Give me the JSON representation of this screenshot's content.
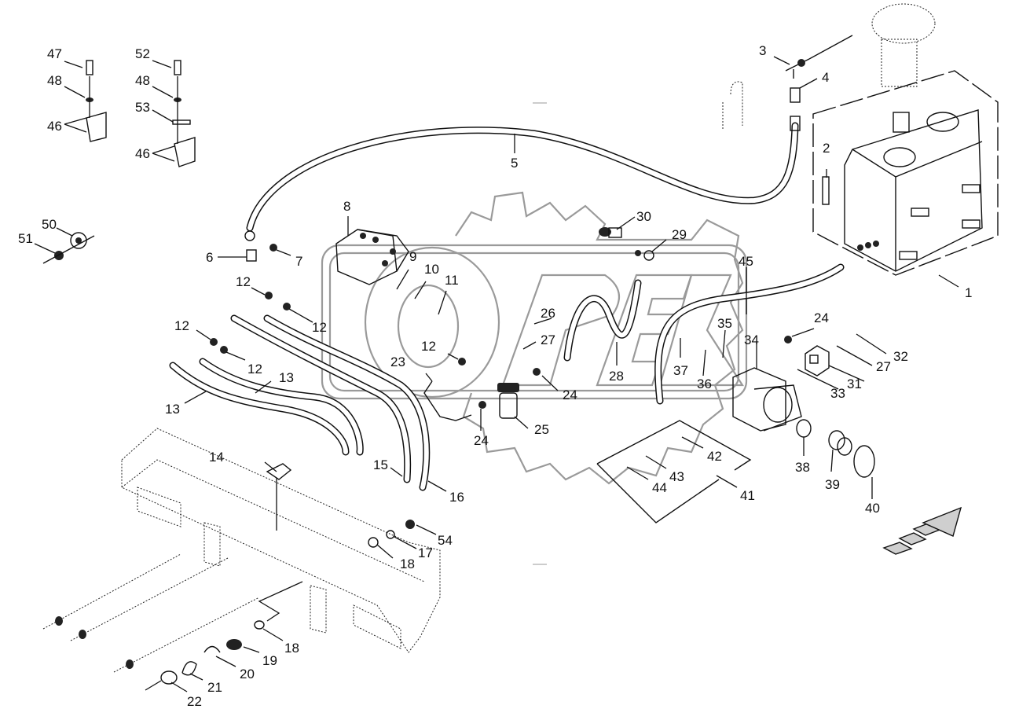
{
  "diagram": {
    "title": "Hydraulic system exploded parts diagram",
    "watermark": "OPEX",
    "direction_arrow": "travel-direction-arrow",
    "callouts": [
      {
        "id": "c1",
        "label": "1"
      },
      {
        "id": "c2",
        "label": "2"
      },
      {
        "id": "c3",
        "label": "3"
      },
      {
        "id": "c4",
        "label": "4"
      },
      {
        "id": "c5",
        "label": "5"
      },
      {
        "id": "c6",
        "label": "6"
      },
      {
        "id": "c7",
        "label": "7"
      },
      {
        "id": "c8",
        "label": "8"
      },
      {
        "id": "c9",
        "label": "9"
      },
      {
        "id": "c10",
        "label": "10"
      },
      {
        "id": "c11",
        "label": "11"
      },
      {
        "id": "c12a",
        "label": "12"
      },
      {
        "id": "c12b",
        "label": "12"
      },
      {
        "id": "c12c",
        "label": "12"
      },
      {
        "id": "c12d",
        "label": "12"
      },
      {
        "id": "c12e",
        "label": "12"
      },
      {
        "id": "c13a",
        "label": "13"
      },
      {
        "id": "c13b",
        "label": "13"
      },
      {
        "id": "c14",
        "label": "14"
      },
      {
        "id": "c15",
        "label": "15"
      },
      {
        "id": "c16",
        "label": "16"
      },
      {
        "id": "c17",
        "label": "17"
      },
      {
        "id": "c18a",
        "label": "18"
      },
      {
        "id": "c18b",
        "label": "18"
      },
      {
        "id": "c19",
        "label": "19"
      },
      {
        "id": "c20",
        "label": "20"
      },
      {
        "id": "c21",
        "label": "21"
      },
      {
        "id": "c22",
        "label": "22"
      },
      {
        "id": "c23",
        "label": "23"
      },
      {
        "id": "c24a",
        "label": "24"
      },
      {
        "id": "c24b",
        "label": "24"
      },
      {
        "id": "c24c",
        "label": "24"
      },
      {
        "id": "c25",
        "label": "25"
      },
      {
        "id": "c26",
        "label": "26"
      },
      {
        "id": "c27a",
        "label": "27"
      },
      {
        "id": "c27b",
        "label": "27"
      },
      {
        "id": "c28",
        "label": "28"
      },
      {
        "id": "c29",
        "label": "29"
      },
      {
        "id": "c30",
        "label": "30"
      },
      {
        "id": "c31",
        "label": "31"
      },
      {
        "id": "c32",
        "label": "32"
      },
      {
        "id": "c33",
        "label": "33"
      },
      {
        "id": "c34",
        "label": "34"
      },
      {
        "id": "c35",
        "label": "35"
      },
      {
        "id": "c36",
        "label": "36"
      },
      {
        "id": "c37",
        "label": "37"
      },
      {
        "id": "c38",
        "label": "38"
      },
      {
        "id": "c39",
        "label": "39"
      },
      {
        "id": "c40",
        "label": "40"
      },
      {
        "id": "c41",
        "label": "41"
      },
      {
        "id": "c42",
        "label": "42"
      },
      {
        "id": "c43",
        "label": "43"
      },
      {
        "id": "c44",
        "label": "44"
      },
      {
        "id": "c45",
        "label": "45"
      },
      {
        "id": "c46a",
        "label": "46"
      },
      {
        "id": "c46b",
        "label": "46"
      },
      {
        "id": "c47",
        "label": "47"
      },
      {
        "id": "c48a",
        "label": "48"
      },
      {
        "id": "c48b",
        "label": "48"
      },
      {
        "id": "c50",
        "label": "50"
      },
      {
        "id": "c51",
        "label": "51"
      },
      {
        "id": "c52",
        "label": "52"
      },
      {
        "id": "c53",
        "label": "53"
      },
      {
        "id": "c54",
        "label": "54"
      }
    ]
  }
}
